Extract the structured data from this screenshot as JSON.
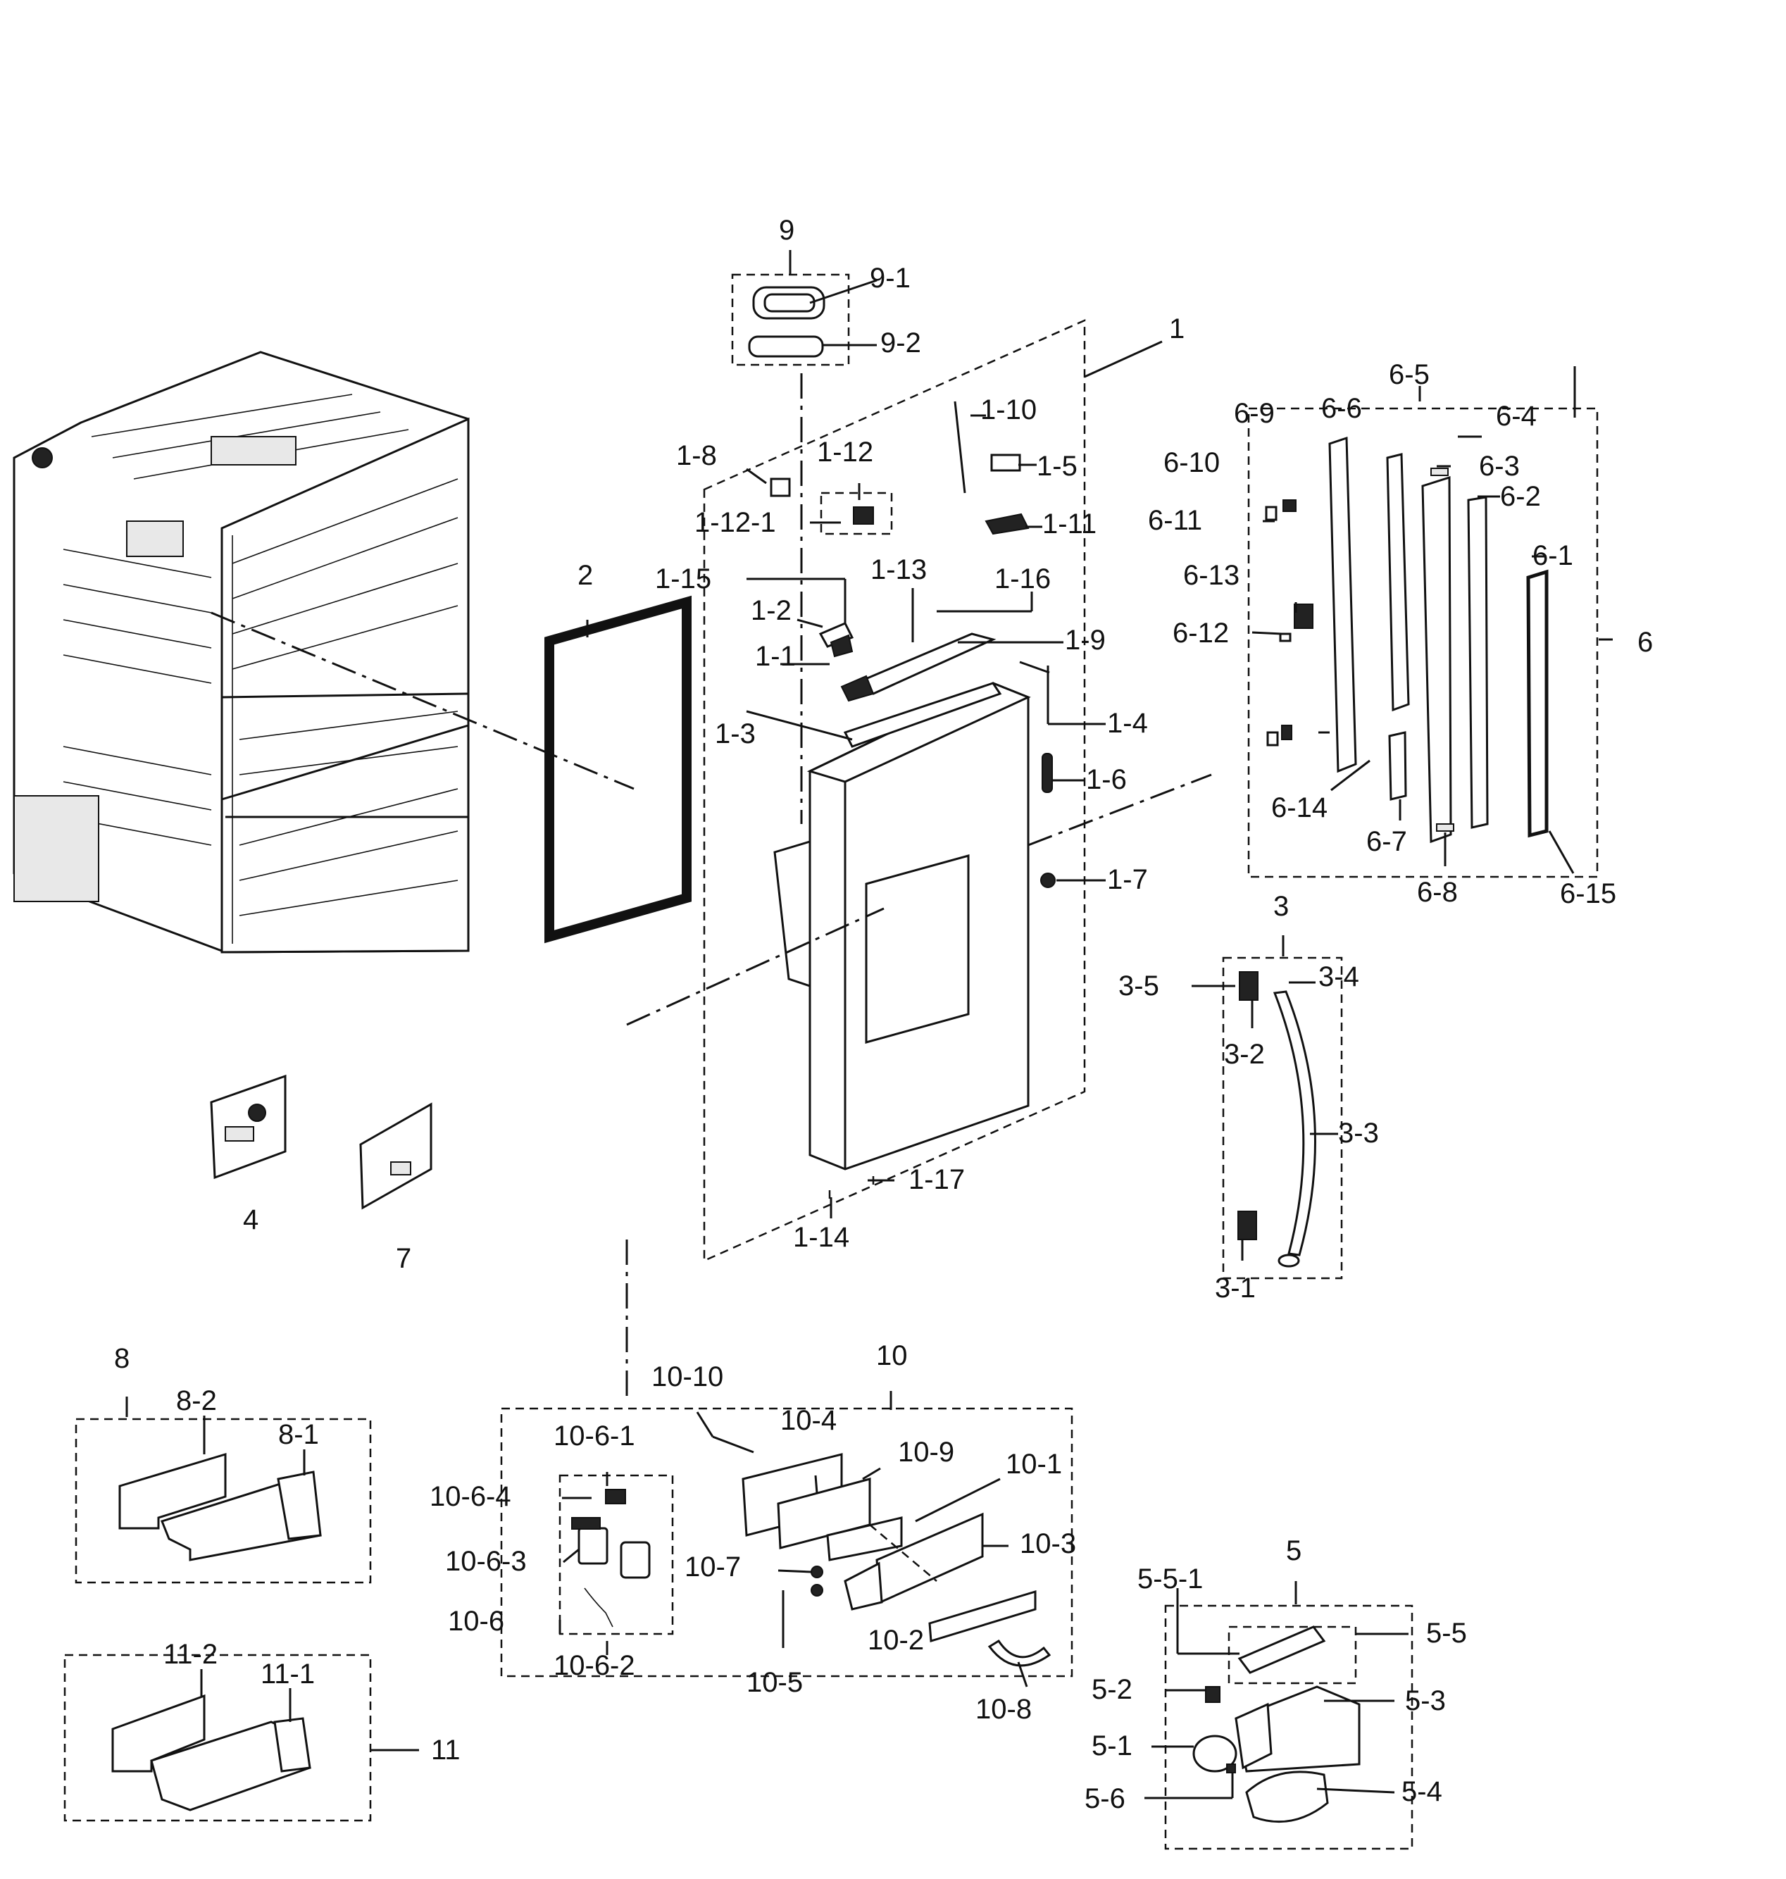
{
  "labels": {
    "p1": "1",
    "p1_1": "1-1",
    "p1_2": "1-2",
    "p1_3": "1-3",
    "p1_4": "1-4",
    "p1_5": "1-5",
    "p1_6": "1-6",
    "p1_7": "1-7",
    "p1_8": "1-8",
    "p1_9": "1-9",
    "p1_10": "1-10",
    "p1_11": "1-11",
    "p1_12": "1-12",
    "p1_12_1": "1-12-1",
    "p1_13": "1-13",
    "p1_14": "1-14",
    "p1_15": "1-15",
    "p1_16": "1-16",
    "p1_17": "1-17",
    "p2": "2",
    "p3": "3",
    "p3_1": "3-1",
    "p3_2": "3-2",
    "p3_3": "3-3",
    "p3_4": "3-4",
    "p3_5": "3-5",
    "p4": "4",
    "p5": "5",
    "p5_1": "5-1",
    "p5_2": "5-2",
    "p5_3": "5-3",
    "p5_4": "5-4",
    "p5_5": "5-5",
    "p5_5_1": "5-5-1",
    "p5_6": "5-6",
    "p6": "6",
    "p6_1": "6-1",
    "p6_2": "6-2",
    "p6_3": "6-3",
    "p6_4": "6-4",
    "p6_5": "6-5",
    "p6_6": "6-6",
    "p6_7": "6-7",
    "p6_8": "6-8",
    "p6_9": "6-9",
    "p6_10": "6-10",
    "p6_11": "6-11",
    "p6_12": "6-12",
    "p6_13": "6-13",
    "p6_14": "6-14",
    "p6_15": "6-15",
    "p7": "7",
    "p8": "8",
    "p8_1": "8-1",
    "p8_2": "8-2",
    "p9": "9",
    "p9_1": "9-1",
    "p9_2": "9-2",
    "p10": "10",
    "p10_1": "10-1",
    "p10_2": "10-2",
    "p10_3": "10-3",
    "p10_4": "10-4",
    "p10_5": "10-5",
    "p10_6": "10-6",
    "p10_6_1": "10-6-1",
    "p10_6_2": "10-6-2",
    "p10_6_3": "10-6-3",
    "p10_6_4": "10-6-4",
    "p10_7": "10-7",
    "p10_8": "10-8",
    "p10_9": "10-9",
    "p10_10": "10-10",
    "p11": "11",
    "p11_1": "11-1",
    "p11_2": "11-2"
  }
}
